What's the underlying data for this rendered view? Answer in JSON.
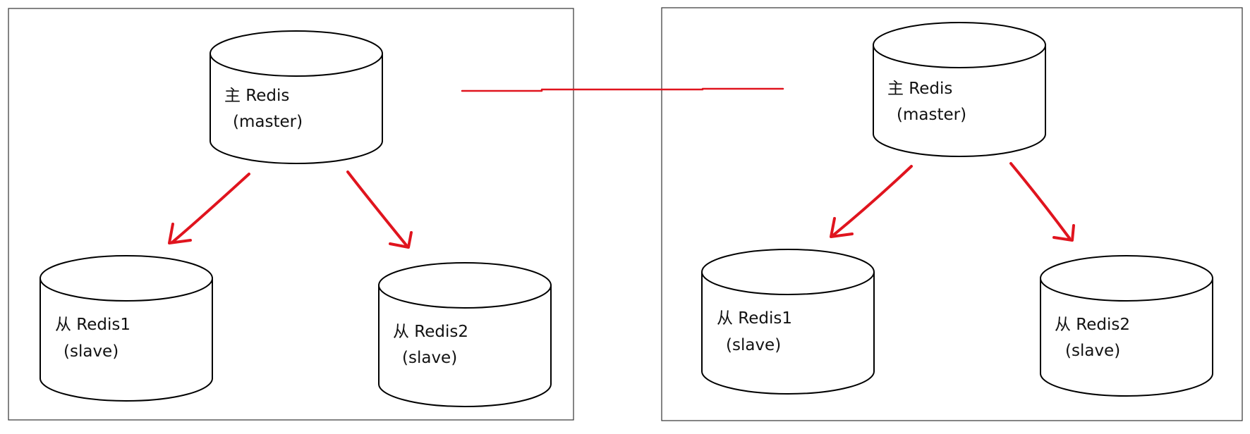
{
  "colors": {
    "connector": "#e0141e",
    "outline": "#000000",
    "frame": "#333333",
    "background": "#ffffff"
  },
  "left_cluster": {
    "master": {
      "line1": "主 Redis",
      "line2": "(master)"
    },
    "slave1": {
      "line1": "从 Redis1",
      "line2": "(slave)"
    },
    "slave2": {
      "line1": "从 Redis2",
      "line2": "(slave)"
    }
  },
  "right_cluster": {
    "master": {
      "line1": "主 Redis",
      "line2": "(master)"
    },
    "slave1": {
      "line1": "从 Redis1",
      "line2": "(slave)"
    },
    "slave2": {
      "line1": "从 Redis2",
      "line2": "(slave)"
    }
  }
}
